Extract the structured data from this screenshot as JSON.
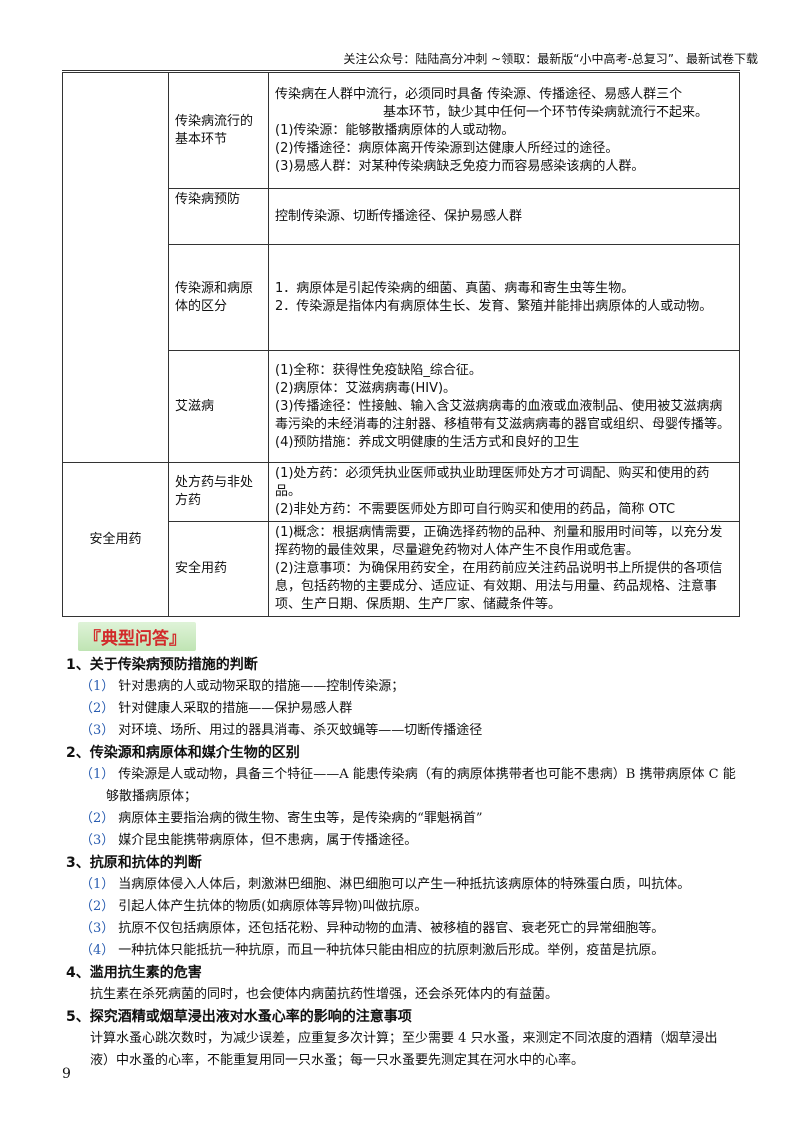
{
  "header": {
    "note": "关注公众号：陆陆高分冲刺 ~领取：最新版“小中高考-总复习”、最新试卷下载"
  },
  "table": {
    "rows": [
      {
        "topic": "传染病流行的基本环节",
        "lines": [
          "传染病在人群中流行，必须同时具备 传染源、传播途径、易感人群三个",
          "基本环节，缺少其中任何一个环节传染病就流行不起来。",
          "(1)传染源：能够散播病原体的人或动物。",
          "(2)传播途径：病原体离开传染源到达健康人所经过的途径。",
          "(3)易感人群：对某种传染病缺乏免疫力而容易感染该病的人群。"
        ]
      },
      {
        "topic": "传染病预防",
        "lines": [
          "控制传染源、切断传播途径、保护易感人群"
        ]
      },
      {
        "topic": "传染源和病原体的区分",
        "lines": [
          "1．病原体是引起传染病的细菌、真菌、病毒和寄生虫等生物。",
          "2．传染源是指体内有病原体生长、发育、繁殖并能排出病原体的人或动物。"
        ]
      },
      {
        "topic": "艾滋病",
        "lines": [
          "(1)全称：获得性免疫缺陷_综合征。",
          "(2)病原体：艾滋病病毒(HIV)。",
          "(3)传播途径：性接触、输入含艾滋病病毒的血液或血液制品、使用被艾滋病病毒污染的未经消毒的注射器、移植带有艾滋病病毒的器官或组织、母婴传播等。",
          "(4)预防措施：养成文明健康的生活方式和良好的卫生"
        ]
      }
    ],
    "safety_group": "安全用药",
    "safety_rows": [
      {
        "topic": "处方药与非处方药",
        "lines": [
          "(1)处方药：必须凭执业医师或执业助理医师处方才可调配、购买和使用的药品。",
          "(2)非处方药：不需要医师处方即可自行购买和使用的药品，简称 OTC"
        ]
      },
      {
        "topic": "安全用药",
        "lines": [
          "(1)概念：根据病情需要，正确选择药物的品种、剂量和服用时间等，以充分发挥药物的最佳效果，尽量避免药物对人体产生不良作用或危害。",
          "(2)注意事项：为确保用药安全，在用药前应关注药品说明书上所提供的各项信息，包括药物的主要成分、适应证、有效期、用法与用量、药品规格、注意事项、生产日期、保质期、生产厂家、储藏条件等。"
        ]
      }
    ]
  },
  "banner": "『典型问答』",
  "qa": [
    {
      "heading": "1、关于传染病预防措施的判断",
      "items": [
        {
          "num": "（1）",
          "text": "针对患病的人或动物采取的措施——控制传染源；"
        },
        {
          "num": "（2）",
          "text": "针对健康人采取的措施——保护易感人群"
        },
        {
          "num": "（3）",
          "text": "对环境、场所、用过的器具消毒、杀灭蚊蝇等——切断传播途径"
        }
      ]
    },
    {
      "heading": "2、传染源和病原体和媒介生物的区别",
      "items": [
        {
          "num": "（1）",
          "text": "传染源是人或动物，具备三个特征——A 能患传染病（有的病原体携带者也可能不患病）B 携带病原体 C 能够散播病原体；"
        },
        {
          "num": "（2）",
          "text": "病原体主要指治病的微生物、寄生虫等，是传染病的“罪魁祸首”"
        },
        {
          "num": "（3）",
          "text": "媒介昆虫能携带病原体，但不患病，属于传播途径。"
        }
      ]
    },
    {
      "heading": "3、抗原和抗体的判断",
      "items": [
        {
          "num": "（1）",
          "text": "当病原体侵入人体后，刺激淋巴细胞、淋巴细胞可以产生一种抵抗该病原体的特殊蛋白质，叫抗体。"
        },
        {
          "num": "（2）",
          "text": "引起人体产生抗体的物质(如病原体等异物)叫做抗原。"
        },
        {
          "num": "（3）",
          "text": "抗原不仅包括病原体，还包括花粉、异种动物的血清、被移植的器官、衰老死亡的异常细胞等。"
        },
        {
          "num": "（4）",
          "text": "一种抗体只能抵抗一种抗原，而且一种抗体只能由相应的抗原刺激后形成。举例，疫苗是抗原。"
        }
      ]
    },
    {
      "heading": "4、滥用抗生素的危害",
      "plain": "抗生素在杀死病菌的同时，也会使体内病菌抗药性增强，还会杀死体内的有益菌。"
    },
    {
      "heading": "5、探究酒精或烟草浸出液对水蚤心率的影响的注意事项",
      "plain": "计算水蚤心跳次数时，为减少误差，应重复多次计算；至少需要 4 只水蚤，来测定不同浓度的酒精（烟草浸出液）中水蚤的心率，不能重复用同一只水蚤；每一只水蚤要先测定其在河水中的心率。"
    }
  ],
  "page_number": "9"
}
